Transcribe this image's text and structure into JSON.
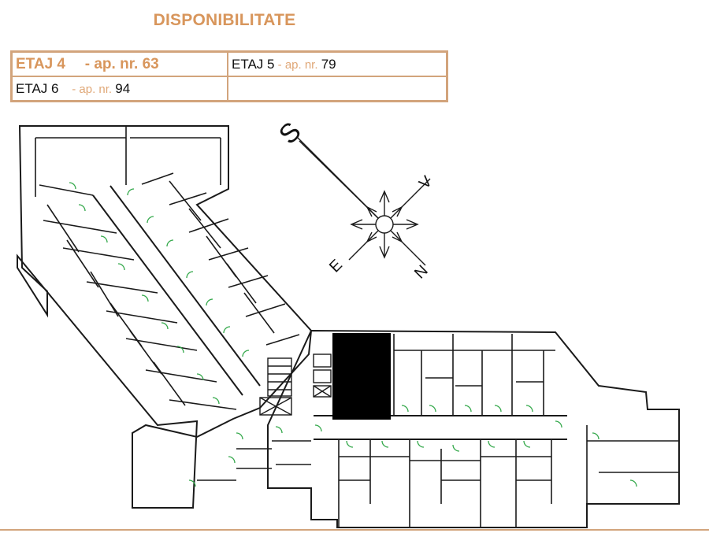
{
  "title": "DISPONIBILITATE",
  "colors": {
    "accent": "#d8965c",
    "border": "#d2a47c",
    "muted": "#e0a878",
    "text": "#111111",
    "door": "#33a84a",
    "wall": "#1a1a1a",
    "highlight": "#000000"
  },
  "availability": {
    "rows": [
      [
        {
          "etaj": "ETAJ 4",
          "ap_label": "- ap. nr. 63",
          "ap_number": "",
          "style": "accent"
        },
        {
          "etaj": "ETAJ 5",
          "ap_label": " - ap. nr. ",
          "ap_number": "79",
          "style": "plain"
        }
      ],
      [
        {
          "etaj": "ETAJ 6",
          "ap_label": " - ap. nr. ",
          "ap_number": "94",
          "style": "plain"
        },
        {
          "etaj": "",
          "ap_label": "",
          "ap_number": "",
          "style": "empty"
        }
      ]
    ]
  },
  "compass": {
    "labels": {
      "s": "S",
      "v": "V",
      "e": "E",
      "n": "N"
    }
  }
}
